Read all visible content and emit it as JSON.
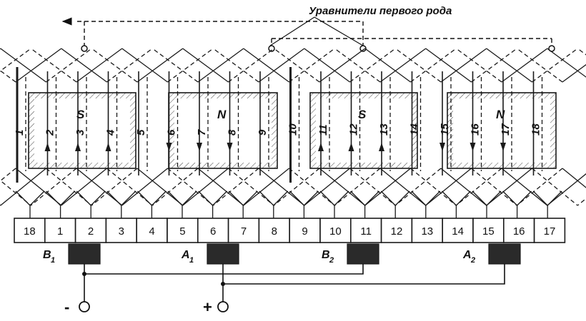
{
  "title": "Уравнители первого рода",
  "coil_numbers": [
    "1",
    "2",
    "3",
    "4",
    "5",
    "6",
    "7",
    "8",
    "9",
    "10",
    "11",
    "12",
    "13",
    "14",
    "15",
    "16",
    "17",
    "18"
  ],
  "poles": [
    "S",
    "N",
    "S",
    "N"
  ],
  "commutator_labels": [
    "18",
    "1",
    "2",
    "3",
    "4",
    "5",
    "6",
    "7",
    "8",
    "9",
    "10",
    "11",
    "12",
    "13",
    "14",
    "15",
    "16",
    "17"
  ],
  "brushes": [
    {
      "name": "B",
      "sub": "1"
    },
    {
      "name": "A",
      "sub": "1"
    },
    {
      "name": "B",
      "sub": "2"
    },
    {
      "name": "A",
      "sub": "2"
    }
  ],
  "terminals": {
    "minus": "-",
    "plus": "+"
  },
  "colors": {
    "ink": "#1a1a1a",
    "hatch": "#333333",
    "brush": "#2a2a2a",
    "paper": "#ffffff"
  }
}
